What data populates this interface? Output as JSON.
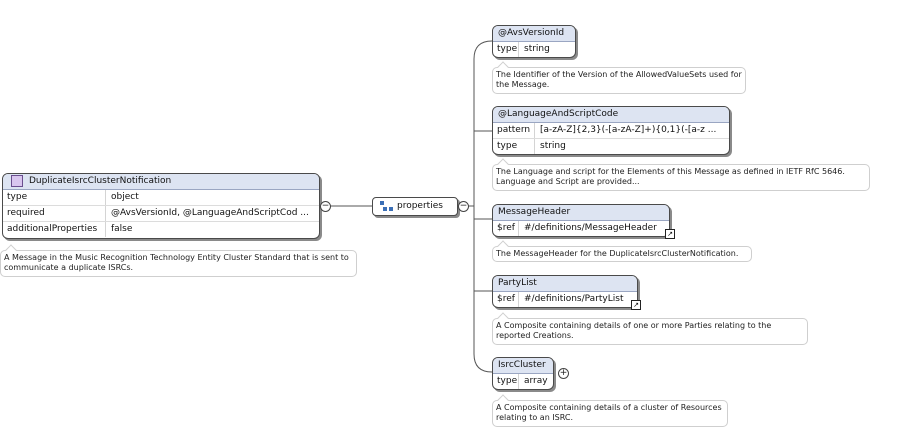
{
  "root": {
    "title": "DuplicateIsrcClusterNotification",
    "rows": [
      {
        "key": "type",
        "value": "object"
      },
      {
        "key": "required",
        "value": "@AvsVersionId, @LanguageAndScriptCod ..."
      },
      {
        "key": "additionalProperties",
        "value": "false"
      }
    ],
    "description": "A Message in the Music Recognition Technology Entity Cluster Standard that is sent to communicate a duplicate ISRCs."
  },
  "properties_label": "properties",
  "collapse_symbol": "−",
  "expand_symbol": "+",
  "link_symbol": "↗",
  "children": [
    {
      "title": "@AvsVersionId",
      "rows": [
        {
          "key": "type",
          "value": "string"
        }
      ],
      "description": "The Identifier of the Version of the AllowedValueSets used for the Message."
    },
    {
      "title": "@LanguageAndScriptCode",
      "rows": [
        {
          "key": "pattern",
          "value": "[a-zA-Z]{2,3}(-[a-zA-Z]+){0,1}(-[a-z ..."
        },
        {
          "key": "type",
          "value": "string"
        }
      ],
      "description": "The Language and script for the Elements of this Message as defined in IETF RfC 5646. Language and Script are provided..."
    },
    {
      "title": "MessageHeader",
      "rows": [
        {
          "key": "$ref",
          "value": "#/definitions/MessageHeader"
        }
      ],
      "description": "The MessageHeader for the DuplicateIsrcClusterNotification."
    },
    {
      "title": "PartyList",
      "rows": [
        {
          "key": "$ref",
          "value": "#/definitions/PartyList"
        }
      ],
      "description": "A Composite containing details of one or more Parties relating to the reported Creations."
    },
    {
      "title": "IsrcCluster",
      "rows": [
        {
          "key": "type",
          "value": "array"
        }
      ],
      "description": "A Composite containing details of a cluster of Resources relating to an ISRC."
    }
  ]
}
